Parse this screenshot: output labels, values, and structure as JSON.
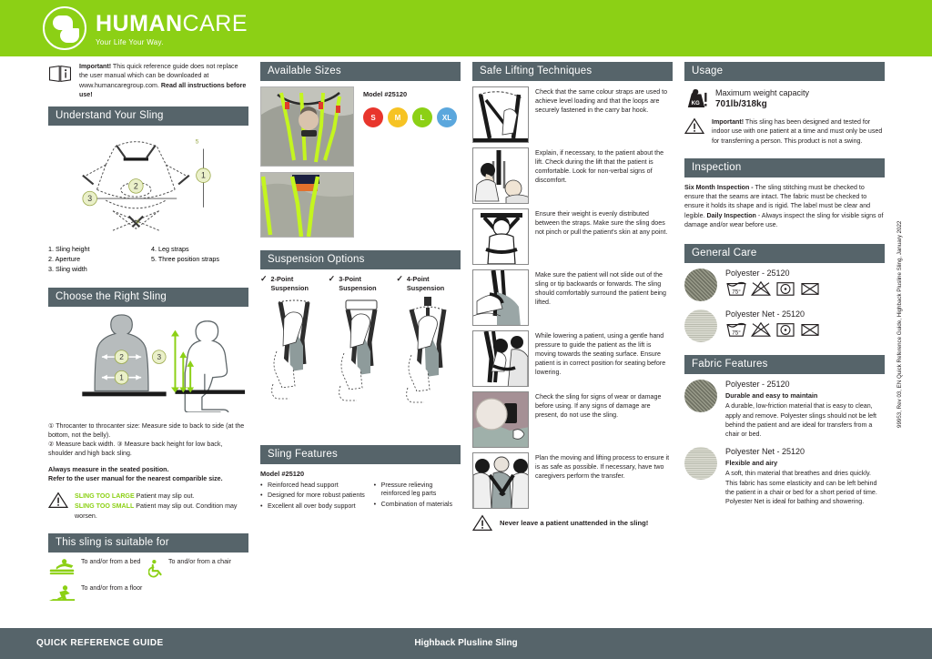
{
  "brand": {
    "name_bold": "HUMAN",
    "name_thin": "CARE",
    "tagline": "Your Life Your Way.",
    "green": "#8cd015",
    "slate": "#56646a"
  },
  "important_note": {
    "icon": "manual-book-icon",
    "lead": "Important!",
    "body": " This quick reference guide does not replace the user manual which can be downloaded at www.humancaregroup.com. ",
    "emphasis": "Read all instructions before use!"
  },
  "understand_your_sling": {
    "title": "Understand Your Sling",
    "legend_left": [
      "1. Sling height",
      "2. Aperture",
      "3. Sling width"
    ],
    "legend_right": [
      "4. Leg straps",
      "5. Three position straps"
    ],
    "callouts": [
      "1",
      "2",
      "3",
      "4",
      "5"
    ]
  },
  "choose_right_sling": {
    "title": "Choose the Right Sling",
    "callouts": [
      "1",
      "2",
      "3"
    ],
    "note1": "① Throcanter to throcanter size: Measure side to back to side (at the bottom, not the belly).",
    "note2": "② Measure back width.  ③ Measure back height for low back, shoulder and high back sling.",
    "bold1": "Always measure in the seated position.",
    "bold2": "Refer to the user manual for the nearest comparible size.",
    "warn_large_label": "SLING TOO LARGE",
    "warn_large_text": "Patient may slip out.",
    "warn_small_label": "SLING TOO SMALL",
    "warn_small_text": "Patient may slip out.  Condition may worsen."
  },
  "suitable_for": {
    "title": "This sling is suitable for",
    "items": [
      {
        "icon": "bed-transfer-icon",
        "label": "To and/or from a bed"
      },
      {
        "icon": "wheelchair-icon",
        "label": "To and/or from a chair"
      },
      {
        "icon": "floor-transfer-icon",
        "label": "To and/or from a floor"
      }
    ]
  },
  "available_sizes": {
    "title": "Available Sizes",
    "model": "Model #25120",
    "sizes": [
      {
        "label": "S",
        "color": "#e8352c"
      },
      {
        "label": "M",
        "color": "#f6c324"
      },
      {
        "label": "L",
        "color": "#8cd015"
      },
      {
        "label": "XL",
        "color": "#5ba7dd"
      }
    ]
  },
  "suspension_options": {
    "title": "Suspension Options",
    "options": [
      {
        "check": "✓",
        "line1": "2-Point",
        "line2": "Suspension"
      },
      {
        "check": "✓",
        "line1": "3-Point",
        "line2": "Suspension"
      },
      {
        "check": "✓",
        "line1": "4-Point",
        "line2": "Suspension"
      }
    ]
  },
  "sling_features": {
    "title": "Sling Features",
    "model": "Model #25120",
    "col1": [
      "Reinforced head support",
      "Designed for more robust patients",
      "Excellent all over body support"
    ],
    "col2": [
      "Pressure relieving reinforced leg parts",
      "Combination of materials"
    ]
  },
  "safe_lifting": {
    "title": "Safe Lifting Techniques",
    "steps": [
      {
        "image": "carry-bar-straps-illustration",
        "text": "Check that the same colour straps are used to achieve level loading and that the loops are securely fastened in the carry bar hook."
      },
      {
        "image": "caregiver-explaining-illustration",
        "text": "Explain, if necessary, to the patient about the lift.  Check during the lift that the patient is comfortable.  Look for non-verbal signs of discomfort."
      },
      {
        "image": "weight-distribution-illustration",
        "text": "Ensure their weight is evenly distributed between the straps.  Make sure the sling does not pinch or pull the patient's skin at any point."
      },
      {
        "image": "seated-in-sling-illustration",
        "text": "Make sure the patient will not slide out of the sling or tip backwards or forwards.  The sling should comfortably surround the patient being lifted."
      },
      {
        "image": "lowering-patient-illustration",
        "text": "While lowering a patient, using a gentle hand pressure to guide the patient as the lift is moving towards the seating surface. Ensure patient is in correct position for seating before lowering."
      },
      {
        "image": "inspect-wear-magnifier-illustration",
        "text": "Check the sling for signs of wear or damage before using. If any signs of damage are present, do not use the sling."
      },
      {
        "image": "two-caregivers-illustration",
        "text": "Plan the moving and lifting process to ensure it is as safe as possible. If necessary, have two caregivers perform the transfer."
      }
    ],
    "never_leave": "Never leave a patient unattended in the sling!"
  },
  "usage": {
    "title": "Usage",
    "icon": "weight-kg-icon",
    "capacity_label": "Maximum weight capacity",
    "capacity_value": "701lb/318kg",
    "important_lead": "Important!",
    "important_body": " This sling has been designed and tested for indoor use with one patient at a time and must only be used for transferring a person. This product is not a swing."
  },
  "inspection": {
    "title": "Inspection",
    "six_month_label": "Six Month Inspection -",
    "six_month_text": " The sling stitching must be checked to ensure that the seams are intact.  The fabric must be checked to ensure it holds its shape and is rigid.  The label must be clear and legible.",
    "daily_label": "Daily Inspection",
    "daily_text": " - Always inspect the sling for visible signs of damage and/or wear before use."
  },
  "general_care": {
    "title": "General Care",
    "items": [
      {
        "swatch": "polyester-swatch",
        "name": "Polyester - 25120",
        "symbols": [
          "wash-75-icon",
          "do-not-bleach-icon",
          "tumble-dry-low-icon",
          "do-not-iron-icon"
        ]
      },
      {
        "swatch": "polyester-net-swatch",
        "name": "Polyester Net - 25120",
        "symbols": [
          "wash-75-icon",
          "do-not-bleach-icon",
          "tumble-dry-low-icon",
          "do-not-iron-icon"
        ]
      }
    ],
    "wash_temp": "75°"
  },
  "fabric_features": {
    "title": "Fabric Features",
    "items": [
      {
        "swatch": "polyester-swatch",
        "name": "Polyester - 25120",
        "subtitle": "Durable and easy to maintain",
        "body": "A durable, low-friction material that is easy to clean, apply and remove. Polyester slings should not be left behind the patient and are ideal for transfers from a chair or bed."
      },
      {
        "swatch": "polyester-net-swatch",
        "name": "Polyester Net - 25120",
        "subtitle": "Flexible and airy",
        "body": "A soft, thin material that breathes and dries quickly. This fabric has some elasticity and can be left behind the patient in a chair or bed for a short period of time.  Polyester Net is ideal for bathing and showering."
      }
    ]
  },
  "side_code": "99953, Rev 03, EN Quick Reference Guide, Highback Plusline Sling, January 2022",
  "footer": {
    "left": "QUICK REFERENCE GUIDE",
    "center": "Highback Plusline Sling"
  }
}
